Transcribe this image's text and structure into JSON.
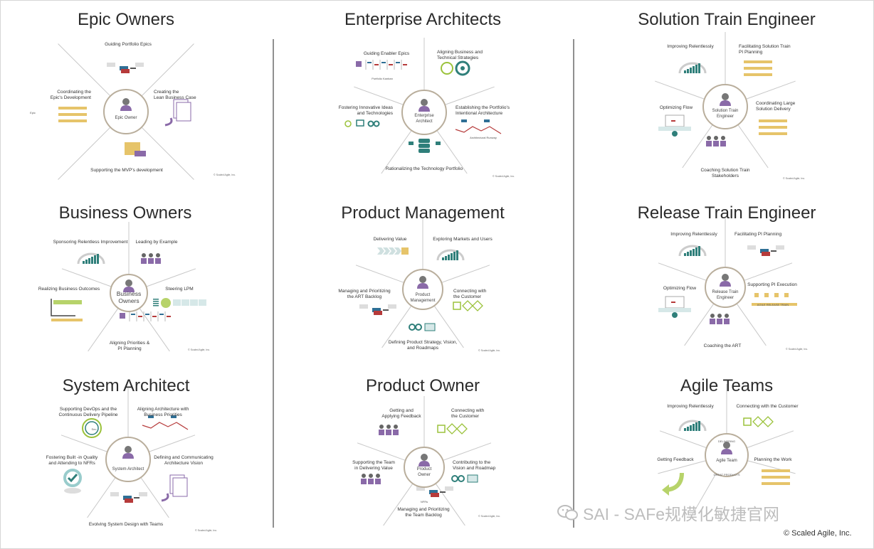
{
  "panels": [
    {
      "title": "Epic Owners",
      "center": "Epic Owner",
      "items": [
        "Guiding Portfolio Epics",
        "Coordinating the\nEpic's  Development",
        "Creating the\nLean  Business Case",
        "Supporting the MVP's development"
      ],
      "notes": [
        "Epic"
      ],
      "copyright": "© Scaled Agile, Inc."
    },
    {
      "title": "Enterprise Architects",
      "center": "Enterprise\nArchitect",
      "items": [
        "Guiding Enabler Epics",
        "Aligning Business and\nTechnical Strategies",
        "Fostering Innovative Ideas\nand Technologies",
        "Establishing the Portfolio's\nIntentional Architecture",
        "Rationalizing the Technology Portfolio"
      ],
      "notes": [
        "Portfolio Kanban",
        "Architectural Runway"
      ],
      "copyright": "© Scaled Agile, Inc."
    },
    {
      "title": "Solution Train Engineer",
      "center": "Solution Train\nEngineer",
      "items": [
        "Improving Relentlessly",
        "Facilitating Solution Train\nPI Planning",
        "Optimizing Flow",
        "Coordinating Large\nSolution Delivery",
        "Coaching Solution Train\nStakeholders"
      ],
      "notes": [],
      "copyright": "© Scaled Agile, Inc."
    },
    {
      "title": "Business Owners",
      "center": "Business\nOwners",
      "items": [
        "Sponsoring Relentless Improvement",
        "Leading by Example",
        "Realizing Business Outcomes",
        "Steering LPM",
        "Aligning Priorities &\nPI Planning"
      ],
      "notes": [],
      "copyright": "© Scaled Agile, Inc."
    },
    {
      "title": "Product Management",
      "center": "Product\nManagement",
      "items": [
        "Delivering Value",
        "Exploring Markets and Users",
        "Managing and Prioritizing\nthe ART Backlog",
        "Connecting with\nthe Customer",
        "Defining Product Strategy, Vision,\nand Roadmaps"
      ],
      "notes": [],
      "copyright": "© Scaled Agile, Inc."
    },
    {
      "title": "Release Train Engineer",
      "center": "Release Train\nEngineer",
      "items": [
        "Improving Relentlessly",
        "Facilitating PI Planning",
        "Optimizing Flow",
        "Supporting PI Execution",
        "Coaching the ART"
      ],
      "notes": [
        "AGILE RELEASE TRAIN"
      ],
      "copyright": "© Scaled Agile, Inc."
    },
    {
      "title": "System Architect",
      "center": "System Architect",
      "items": [
        "Supporting DevOps and the\nContinuous Delivery Pipeline",
        "Aligning Architecture with\nBusiness Priorities",
        "Fostering Built -in Quality\nand Attending to NFRs",
        "Defining and Communicating\nArchitecture Vision",
        "Evolving System Design with Teams"
      ],
      "notes": [
        "Sec"
      ],
      "copyright": "© Scaled Agile, Inc."
    },
    {
      "title": "Product Owner",
      "center": "Product\nOwner",
      "items": [
        "Getting and\nApplying Feedback",
        "Connecting with\nthe Customer",
        "Supporting the Team\nin Delivering Value",
        "Contributing to the\nVision and Roadmap",
        "Managing and Prioritizing\nthe Team Backlog"
      ],
      "notes": [
        "NFRs"
      ],
      "copyright": "© Scaled Agile, Inc."
    },
    {
      "title": "Agile Teams",
      "center": "Agile Team",
      "items": [
        "Improving Relentlessly",
        "Connecting with the Customer",
        "Getting Feedback",
        "Planning the Work"
      ],
      "notes": [
        "DELIVERING",
        "GREAT PRODUCTS"
      ],
      "copyright": ""
    }
  ],
  "watermark": "SAI - SAFe规模化敏捷官网",
  "footer_copyright": "© Scaled Agile, Inc.",
  "colors": {
    "purple": "#8a6aa8",
    "teal": "#2f7f7a",
    "gold": "#e6c46a",
    "red": "#b63a3a",
    "blue": "#2f6f95",
    "line": "#c8c8c8"
  }
}
